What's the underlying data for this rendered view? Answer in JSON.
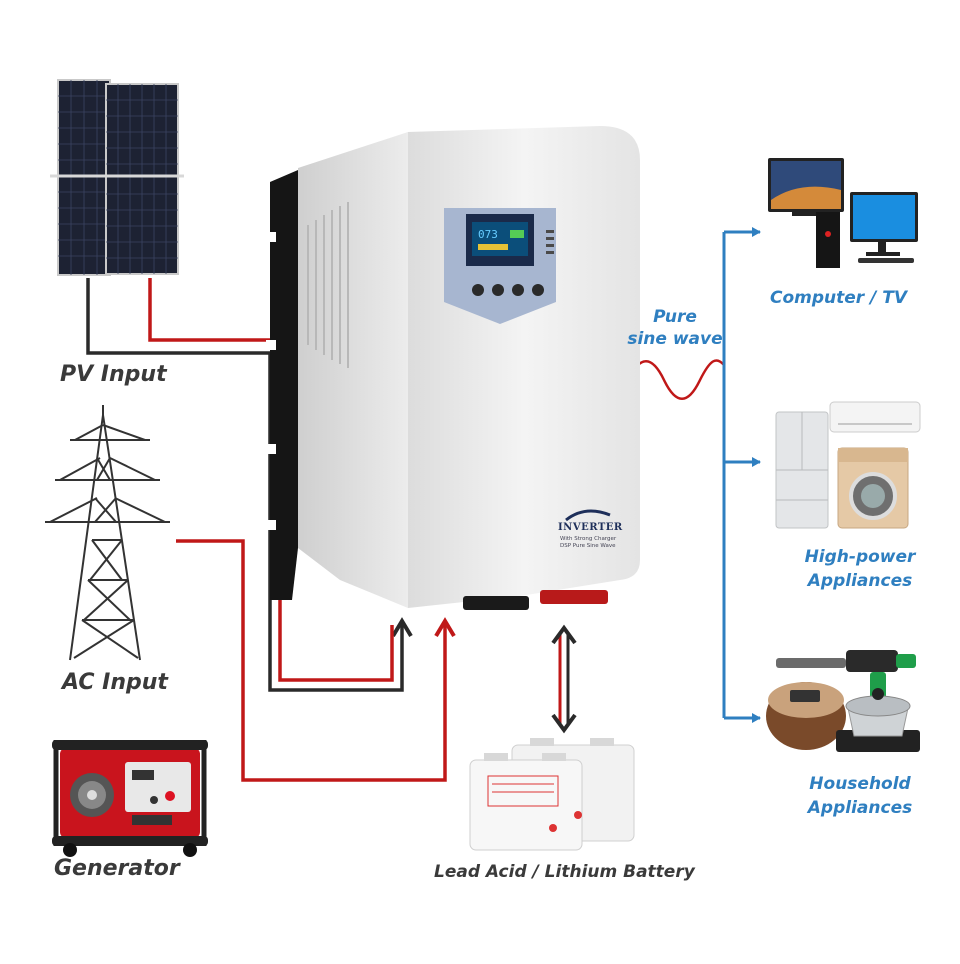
{
  "colors": {
    "blue": "#2f7fc0",
    "red": "#c01818",
    "dark_wire": "#2a2a2a",
    "inverter_body": "#f0f0f0",
    "panel_face": "#a7b6d0",
    "lcd": "#1a2a4a"
  },
  "labels": {
    "pv_input": "PV Input",
    "ac_input": "AC Input",
    "generator": "Generator",
    "battery": "Lead Acid / Lithium Battery",
    "wave_line1": "Pure",
    "wave_line2": "sine wave",
    "computer_tv": "Computer / TV",
    "high_power_1": "High-power",
    "high_power_2": "Appliances",
    "household_1": "Household",
    "household_2": "Appliances"
  },
  "inverter": {
    "brand": "INVERTER",
    "sub1": "With Strong Charger",
    "sub2": "DSP Pure Sine Wave"
  },
  "icons": {
    "pv": "solar-panel-icon",
    "ac": "power-tower-icon",
    "gen": "generator-icon",
    "battery": "battery-icon",
    "computer": "computer-tv-icon",
    "appliances": "fridge-washer-icon",
    "household": "cooker-drill-icon"
  }
}
